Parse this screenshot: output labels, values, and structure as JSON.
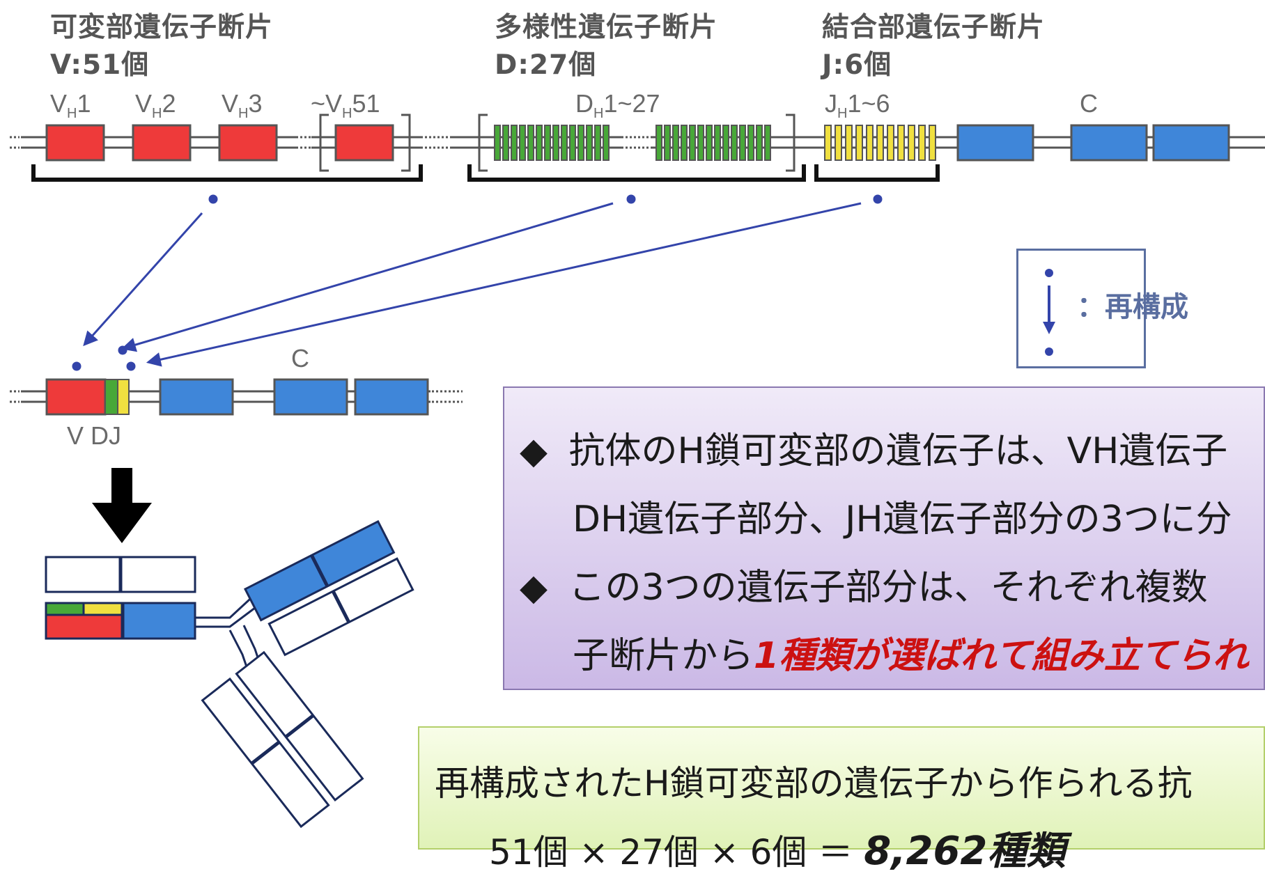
{
  "segments": {
    "v": {
      "title": "可変部遺伝子断片",
      "count": "V:51個"
    },
    "d": {
      "title": "多様性遺伝子断片",
      "count": "D:27個"
    },
    "j": {
      "title": "結合部遺伝子断片",
      "count": "J:6個"
    }
  },
  "gene_labels": {
    "vh1_main": "V",
    "vh1_sub": "H",
    "vh1_num": "1",
    "vh2_main": "V",
    "vh2_sub": "H",
    "vh2_num": "2",
    "vh3_main": "V",
    "vh3_sub": "H",
    "vh3_num": "3",
    "vh51_pre": "~V",
    "vh51_sub": "H",
    "vh51_num": "51",
    "dh_main": "D",
    "dh_sub": "H",
    "dh_range": "1~27",
    "jh_main": "J",
    "jh_sub": "H",
    "jh_range": "1~6",
    "c_top": "C",
    "c_bottom": "C",
    "vdj": "V DJ"
  },
  "legend": {
    "label": "：再構成"
  },
  "info_box": {
    "bullet": "◆",
    "line1": "抗体のH鎖可変部の遺伝子は、VH遺伝子",
    "line2": "DH遺伝子部分、JH遺伝子部分の3つに分",
    "line3": "この3つの遺伝子部分は、それぞれ複数",
    "line4_prefix": "子断片から",
    "line4_emphasis": "1種類が選ばれて組み立てられ"
  },
  "result_box": {
    "line1": "再構成されたH鎖可変部の遺伝子から作られる抗",
    "formula": "51個 × 27個 × 6個 ＝",
    "total": "8,262種類"
  },
  "colors": {
    "v_gene": "#ee3a3a",
    "d_gene": "#48a838",
    "j_gene": "#f0e040",
    "c_gene": "#3f86d9",
    "arrow": "#3344aa",
    "emphasis": "#cc1111"
  }
}
